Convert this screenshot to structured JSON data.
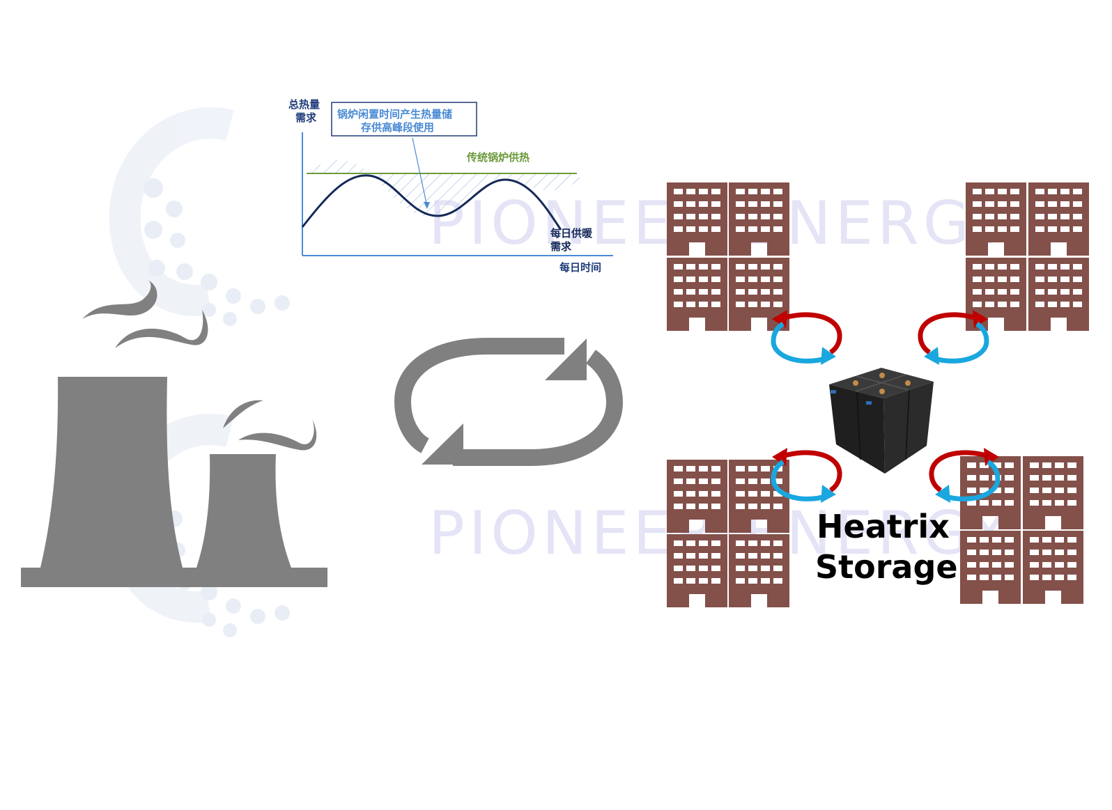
{
  "watermark": {
    "text": "PIONEER ENERGY"
  },
  "inset_chart": {
    "y_axis_label_line1": "总热量",
    "y_axis_label_line2": "需求",
    "x_axis_label": "每日时间",
    "annotation_line1": "锅炉闲置时间产生热量储",
    "annotation_line2": "存供高峰段使用",
    "supply_line_label": "传统锅炉供热",
    "demand_curve_label_line1": "每日供暖",
    "demand_curve_label_line2": "需求"
  },
  "storage": {
    "label_line1": "Heatrix",
    "label_line2": "Storage"
  },
  "colors": {
    "building": "#83504a",
    "factory": "#808080",
    "cycle_arrow": "#808080",
    "hot_arrow": "#c00000",
    "cold_arrow": "#1aa7e0",
    "supply_line": "#6a9a3a",
    "axis": "#4a8ad4",
    "demand_curve": "#142858",
    "watermark": "#e4e4f6"
  },
  "icons": {
    "factory": "power-plant-icon",
    "cycle": "cycle-arrows-icon",
    "building": "building-icon",
    "storage_unit": "thermal-storage-unit-icon"
  }
}
